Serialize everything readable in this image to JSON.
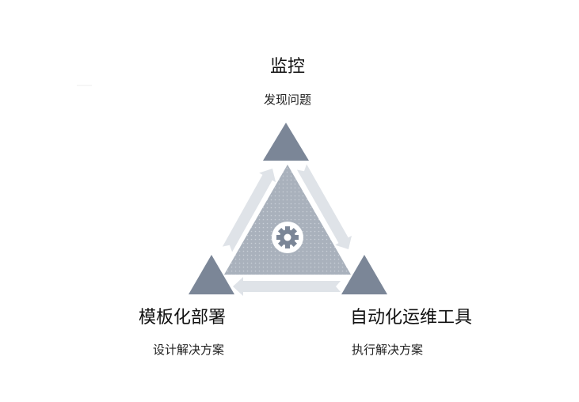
{
  "diagram": {
    "nodes": [
      {
        "id": "top",
        "title": "监控",
        "subtitle": "发现问题"
      },
      {
        "id": "left",
        "title": "模板化部署",
        "subtitle": "设计解决方案"
      },
      {
        "id": "right",
        "title": "自动化运维工具",
        "subtitle": "执行解决方案"
      }
    ],
    "center_icon": "gear-icon",
    "colors": {
      "corner": "#7b8697",
      "arrow": "#dfe3e8",
      "center": "#a9b1bc",
      "center_dots": "#c9cfd7",
      "gear": "#7b8697",
      "gear_bg": "#ffffff",
      "divider": "#ececec"
    }
  }
}
